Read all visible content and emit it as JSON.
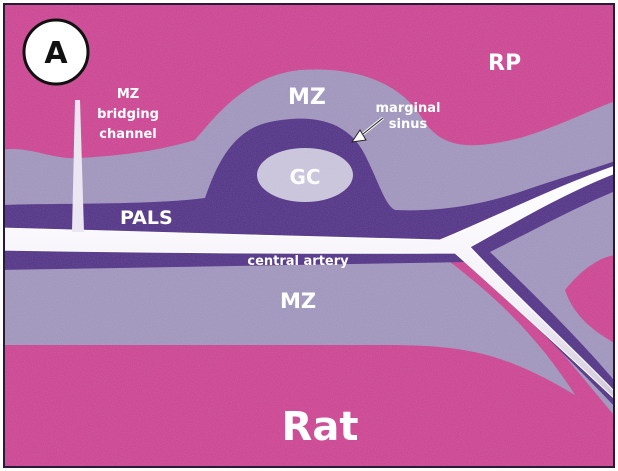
{
  "panel_label": "A",
  "labels": {
    "rp": "RP",
    "mz_top": "MZ",
    "marginal_sinus": [
      "marginal",
      "sinus"
    ],
    "mz_bridging": [
      "MZ",
      "bridging",
      "channel"
    ],
    "gc": "GC",
    "pals": "PALS",
    "central_artery": "central artery",
    "mz_bottom": "MZ",
    "species": "Rat"
  },
  "colors": {
    "red_pulp": "#c83c8c",
    "marginal_zone": "#9a8fb8",
    "pals": "#4a2a80",
    "germinal_center": "#c5c0d8",
    "artery": "#ffffff",
    "border": "#2a1a3a"
  }
}
